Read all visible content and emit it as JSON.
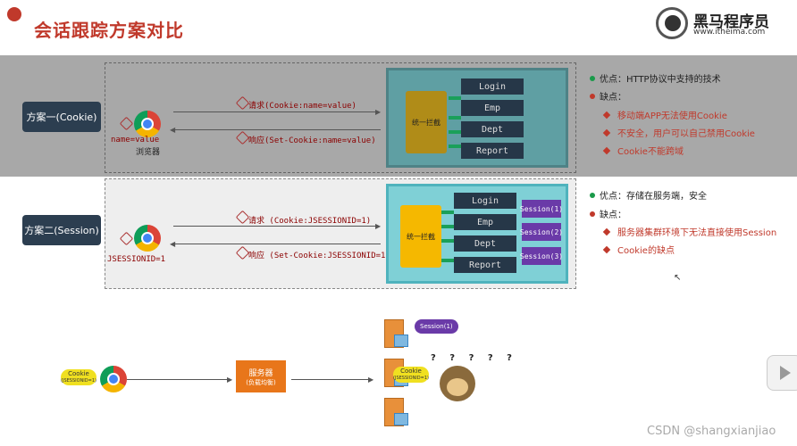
{
  "slide": {
    "title": "会话跟踪方案对比",
    "logo_name": "黑马程序员",
    "logo_url": "www.itheima.com"
  },
  "plan1": {
    "button_label": "方案一(Cookie)",
    "browser_caption_line1": "name=value",
    "browser_caption_line2": "浏览器",
    "request_label": "请求(Cookie:name=value)",
    "response_label": "响应(Set-Cookie:name=value)",
    "filter_label": "统一拦截",
    "servlets": [
      "Login",
      "Emp",
      "Dept",
      "Report"
    ]
  },
  "plan1_notes": {
    "pro": "优点：HTTP协议中支持的技术",
    "con_title": "缺点：",
    "cons": [
      "移动端APP无法使用Cookie",
      "不安全，用户可以自己禁用Cookie",
      "Cookie不能跨域"
    ]
  },
  "plan2": {
    "button_label": "方案二(Session)",
    "browser_caption": "JSESSIONID=1",
    "request_label": "请求 (Cookie:JSESSIONID=1)",
    "response_label": "响应 (Set-Cookie:JSESSIONID=1)",
    "filter_label": "统一拦截",
    "servlets": [
      "Login",
      "Emp",
      "Dept",
      "Report"
    ],
    "sessions": [
      "Session(1)",
      "Session(2)",
      "Session(3)"
    ]
  },
  "plan2_notes": {
    "pro": "优点：存储在服务端，安全",
    "con_title": "缺点：",
    "cons": [
      "服务器集群环境下无法直接使用Session",
      "Cookie的缺点"
    ]
  },
  "cluster": {
    "cookie_tag_line1": "Cookie",
    "cookie_tag_line2": "(JSESSIONID=1)",
    "lb_line1": "服务器",
    "lb_line2": "(负载均衡)",
    "session_bubble": "Session(1)",
    "middle_tag_line1": "Cookie",
    "middle_tag_line2": "(JSESSIONID=1)",
    "qmarks": "? ? ? ? ?"
  },
  "watermark": "CSDN @shangxianjiao",
  "colors": {
    "title": "#c0392b",
    "plan_button": "#2c3e50",
    "filter": "#f5b800",
    "servlet": "#263748",
    "session": "#6a3aa8",
    "server_panel": "#7fd0d6"
  }
}
